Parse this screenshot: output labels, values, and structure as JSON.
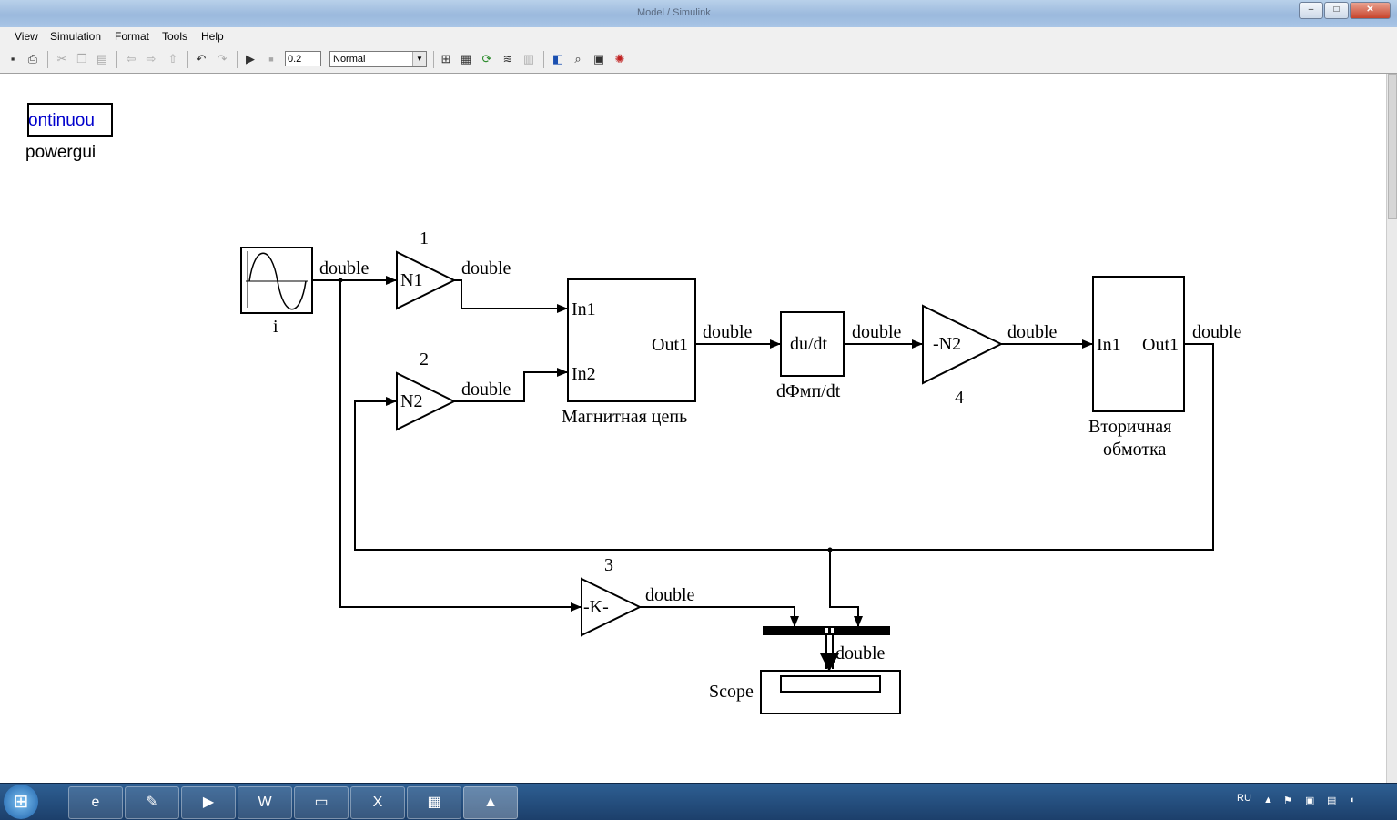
{
  "window": {
    "title": "Model / Simulink",
    "controls": {
      "minimize": "–",
      "maximize": "□",
      "close": "✕"
    }
  },
  "menu": [
    "View",
    "Simulation",
    "Format",
    "Tools",
    "Help"
  ],
  "toolbar": {
    "icons": [
      "save-icon",
      "print-icon",
      "cut-icon",
      "copy-icon",
      "paste-icon",
      "back-icon",
      "forward-icon",
      "up-icon",
      "undo-icon",
      "redo-icon",
      "start-icon",
      "stop-icon"
    ],
    "stop_time": "0.2",
    "solver_mode": "Normal",
    "tool_icons": [
      "build-icon",
      "library-icon",
      "refresh-icon",
      "update-icon",
      "debug-icon",
      "model-explorer-icon",
      "model-advisor-icon",
      "properties-icon",
      "debugger-icon"
    ]
  },
  "powergui": {
    "display": "ontinuou",
    "label": "powergui"
  },
  "blocks": {
    "source_label": "i",
    "gain1": {
      "text": "N1",
      "number": "1"
    },
    "gain2": {
      "text": "N2",
      "number": "2"
    },
    "gain3": {
      "text": "-K-",
      "number": "3"
    },
    "gain4": {
      "text": "-N2",
      "number": "4"
    },
    "magnetic": {
      "in1": "In1",
      "in2": "In2",
      "out1": "Out1",
      "label": "Магнитная цепь"
    },
    "derivative": {
      "text": "du/dt",
      "label": "dФмп/dt"
    },
    "secondary": {
      "in1": "In1",
      "out1": "Out1",
      "label_line1": "Вторичная",
      "label_line2": "обмотка"
    },
    "scope": {
      "label": "Scope"
    }
  },
  "signal_type": "double",
  "taskbar": {
    "apps": [
      "internet-explorer-icon",
      "paint-icon",
      "media-player-icon",
      "word-icon",
      "explorer-icon",
      "excel-icon",
      "calculator-icon",
      "matlab-icon"
    ],
    "language": "RU"
  },
  "colors": {
    "powergui_text": "#0000cc",
    "taskbar": "#24507f"
  }
}
